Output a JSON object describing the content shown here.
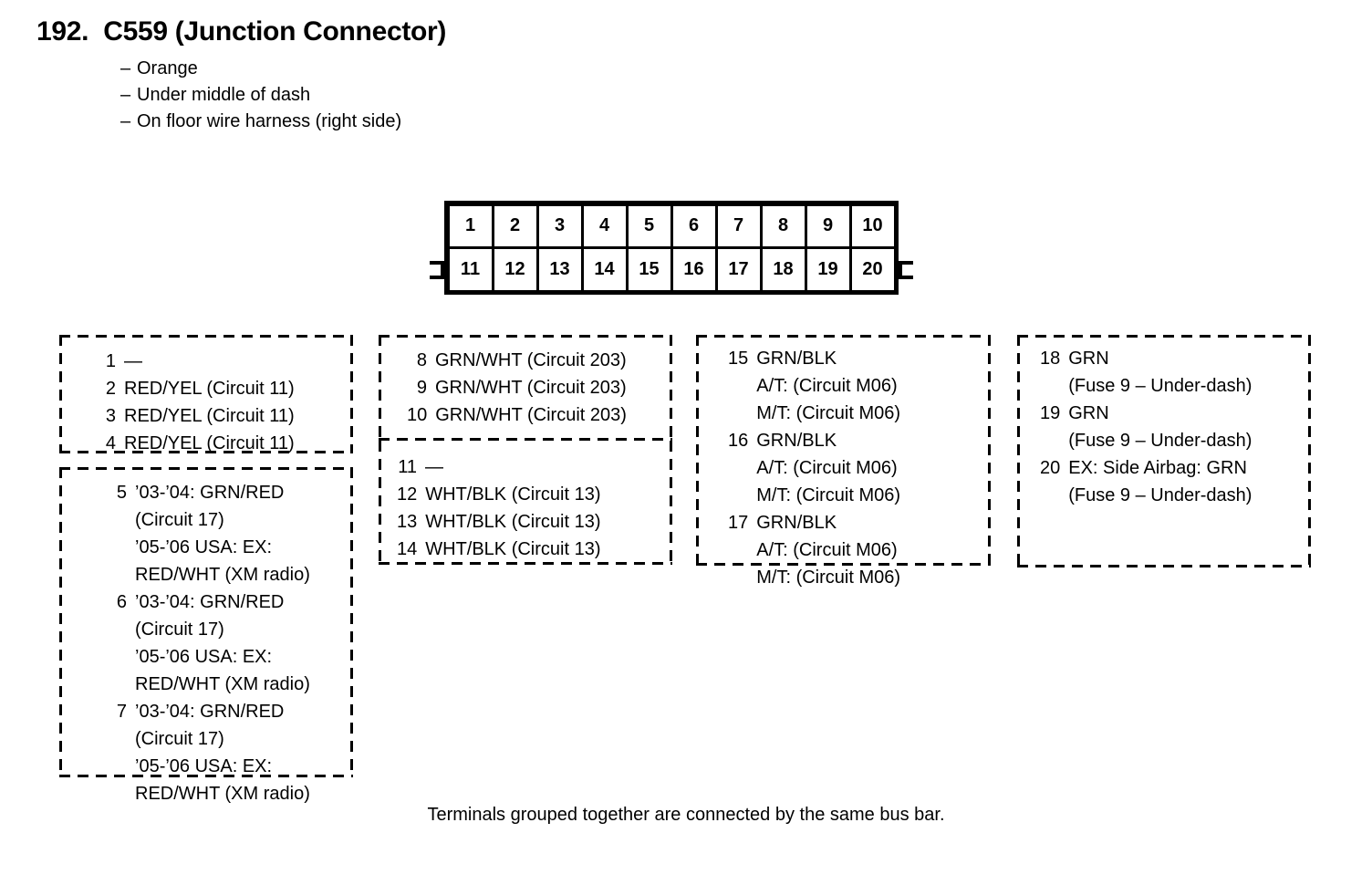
{
  "header": {
    "title": "192.  C559 (Junction Connector)",
    "bullets": [
      "Orange",
      "Under middle of dash",
      "On floor wire harness (right side)"
    ],
    "bullet_dash": "–"
  },
  "connector": {
    "name": "C559",
    "pin_count": 20,
    "rows": [
      [
        "1",
        "2",
        "3",
        "4",
        "5",
        "6",
        "7",
        "8",
        "9",
        "10"
      ],
      [
        "11",
        "12",
        "13",
        "14",
        "15",
        "16",
        "17",
        "18",
        "19",
        "20"
      ]
    ]
  },
  "groups": [
    {
      "id": "group-pins-1-4",
      "entries": [
        {
          "pin": "1",
          "lines": [
            "—"
          ]
        },
        {
          "pin": "2",
          "lines": [
            "RED/YEL (Circuit 11)"
          ]
        },
        {
          "pin": "3",
          "lines": [
            "RED/YEL (Circuit 11)"
          ]
        },
        {
          "pin": "4",
          "lines": [
            "RED/YEL (Circuit 11)"
          ]
        }
      ]
    },
    {
      "id": "group-pins-5-7",
      "entries": [
        {
          "pin": "5",
          "lines": [
            "’03-’04: GRN/RED",
            "(Circuit 17)",
            "’05-’06 USA: EX:",
            "RED/WHT (XM radio)"
          ]
        },
        {
          "pin": "6",
          "lines": [
            "’03-’04: GRN/RED",
            "(Circuit 17)",
            "’05-’06 USA: EX:",
            "RED/WHT (XM radio)"
          ]
        },
        {
          "pin": "7",
          "lines": [
            "’03-’04: GRN/RED",
            "(Circuit 17)",
            "’05-’06 USA: EX:",
            "RED/WHT (XM radio)"
          ]
        }
      ]
    },
    {
      "id": "group-pins-8-10",
      "entries": [
        {
          "pin": "8",
          "lines": [
            "GRN/WHT (Circuit 203)"
          ]
        },
        {
          "pin": "9",
          "lines": [
            "GRN/WHT (Circuit 203)"
          ]
        },
        {
          "pin": "10",
          "lines": [
            "GRN/WHT (Circuit 203)"
          ]
        }
      ]
    },
    {
      "id": "group-pins-11-14",
      "entries": [
        {
          "pin": "11",
          "lines": [
            "—"
          ]
        },
        {
          "pin": "12",
          "lines": [
            "WHT/BLK (Circuit 13)"
          ]
        },
        {
          "pin": "13",
          "lines": [
            "WHT/BLK (Circuit 13)"
          ]
        },
        {
          "pin": "14",
          "lines": [
            "WHT/BLK (Circuit 13)"
          ]
        }
      ]
    },
    {
      "id": "group-pins-15-17",
      "entries": [
        {
          "pin": "15",
          "lines": [
            "GRN/BLK",
            "A/T: (Circuit M06)",
            "M/T: (Circuit M06)"
          ]
        },
        {
          "pin": "16",
          "lines": [
            "GRN/BLK",
            "A/T: (Circuit M06)",
            "M/T: (Circuit M06)"
          ]
        },
        {
          "pin": "17",
          "lines": [
            "GRN/BLK",
            "A/T: (Circuit M06)",
            "M/T: (Circuit M06)"
          ]
        }
      ]
    },
    {
      "id": "group-pins-18-20",
      "entries": [
        {
          "pin": "18",
          "lines": [
            "GRN",
            "(Fuse 9 – Under-dash)"
          ]
        },
        {
          "pin": "19",
          "lines": [
            "GRN",
            "(Fuse 9 – Under-dash)"
          ]
        },
        {
          "pin": "20",
          "lines": [
            "EX: Side Airbag: GRN",
            "(Fuse 9 – Under-dash)"
          ]
        }
      ]
    }
  ],
  "footer": {
    "note": "Terminals grouped together are connected by the same bus bar."
  }
}
